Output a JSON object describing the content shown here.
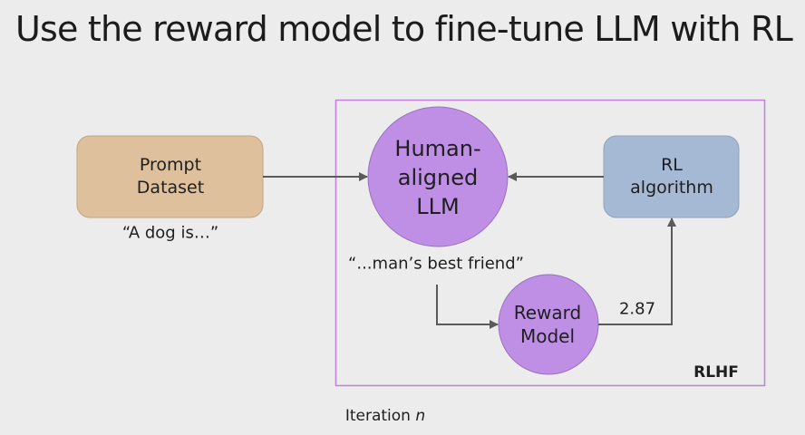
{
  "title": "Use the reward model to fine-tune LLM with RL",
  "nodes": {
    "prompt_dataset": {
      "line1": "Prompt",
      "line2": "Dataset",
      "color": "#dec19c"
    },
    "human_aligned_llm": {
      "line1": "Human-",
      "line2": "aligned",
      "line3": "LLM",
      "color": "#bf8fe6"
    },
    "rl_algorithm": {
      "line1": "RL",
      "line2": "algorithm",
      "color": "#a5b9d5"
    },
    "reward_model": {
      "line1": "Reward",
      "line2": "Model",
      "color": "#bf8fe6"
    }
  },
  "captions": {
    "prompt": "“A dog is…”",
    "completion": "“...man’s best friend”",
    "reward_value": "2.87"
  },
  "group": {
    "label": "RLHF",
    "border_color": "#c27fd9"
  },
  "footer": {
    "prefix": "Iteration ",
    "variable": "n"
  },
  "colors": {
    "background": "#ececec",
    "arrow": "#5a5a5a"
  }
}
